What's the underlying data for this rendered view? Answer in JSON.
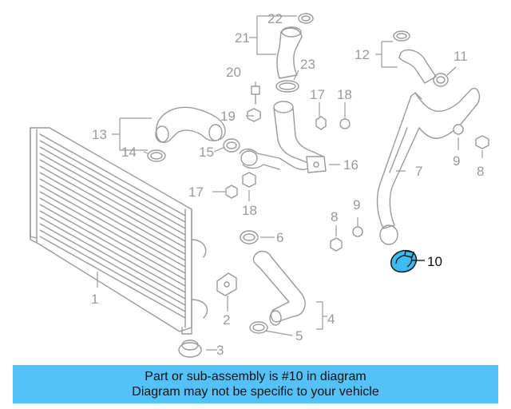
{
  "diagram": {
    "callouts": [
      "1",
      "2",
      "3",
      "4",
      "5",
      "6",
      "7",
      "8",
      "8",
      "9",
      "9",
      "10",
      "11",
      "12",
      "13",
      "14",
      "15",
      "16",
      "17",
      "17",
      "18",
      "18",
      "19",
      "20",
      "21",
      "22",
      "23"
    ],
    "highlighted_part": "10",
    "highlight_color": "#3dbbf3",
    "part_line_color": "#9a9a9a"
  },
  "notice": {
    "line1": "Part or sub-assembly is #10 in diagram",
    "line2": "Diagram may not be specific to your vehicle",
    "background": "#55c2f7"
  }
}
